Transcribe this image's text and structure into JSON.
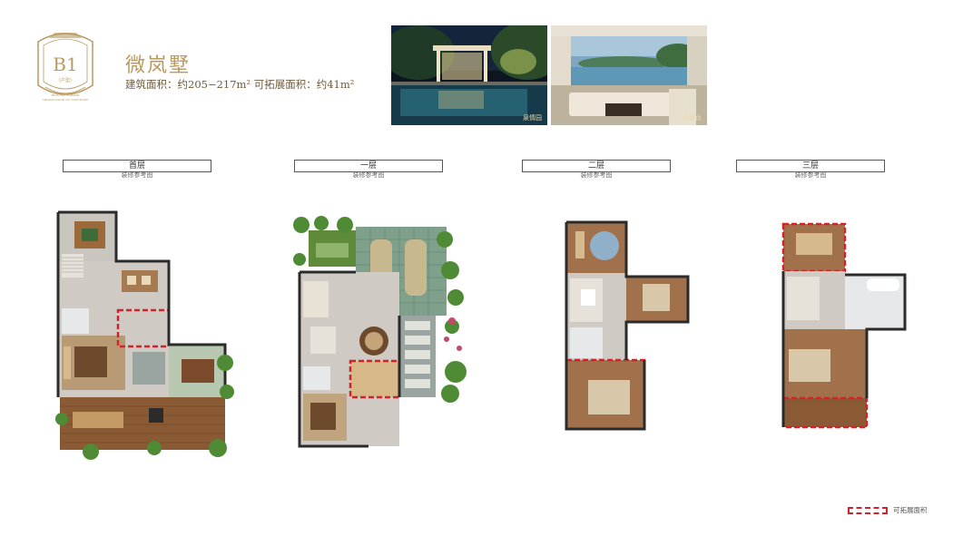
{
  "logo": {
    "code": "B1",
    "sub": "(户型)",
    "tagline_1": "PRIVILEGE DOMAINS",
    "tagline_2": "ARRANGE WILLOW CITY COUNTRYSIDE"
  },
  "title": "微岚墅",
  "area_line": "建筑面积：约205−217m²   可拓展面积：约41m²",
  "photos": [
    {
      "caption": "泉情园"
    },
    {
      "caption": "观景台"
    }
  ],
  "floors": [
    {
      "name": "首层",
      "sub": "装修参考图"
    },
    {
      "name": "一层",
      "sub": "装修参考图"
    },
    {
      "name": "二层",
      "sub": "装修参考图"
    },
    {
      "name": "三层",
      "sub": "装修参考图"
    }
  ],
  "legend": {
    "label": "可拓展面积",
    "color": "#d2232a"
  },
  "colors": {
    "gold": "#b89a5e",
    "wall": "#2b2b2b",
    "wood": "#8a5a35",
    "tile": "#c9c6c0",
    "grass": "#5f8a3a"
  }
}
